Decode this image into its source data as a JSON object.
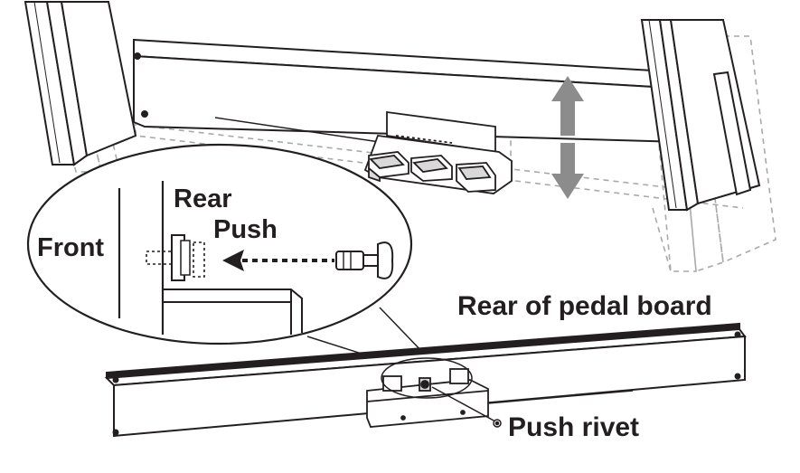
{
  "labels": {
    "rear": "Rear",
    "push": "Push",
    "front": "Front",
    "rear_of_pedal_board": "Rear of pedal board",
    "push_rivet": "Push rivet"
  },
  "colors": {
    "line": "#231f20",
    "dashed": "#a7a9ac",
    "arrow_gray": "#8c8c8c"
  },
  "icons": [
    "up-arrow-icon",
    "down-arrow-icon",
    "left-arrow-icon"
  ]
}
